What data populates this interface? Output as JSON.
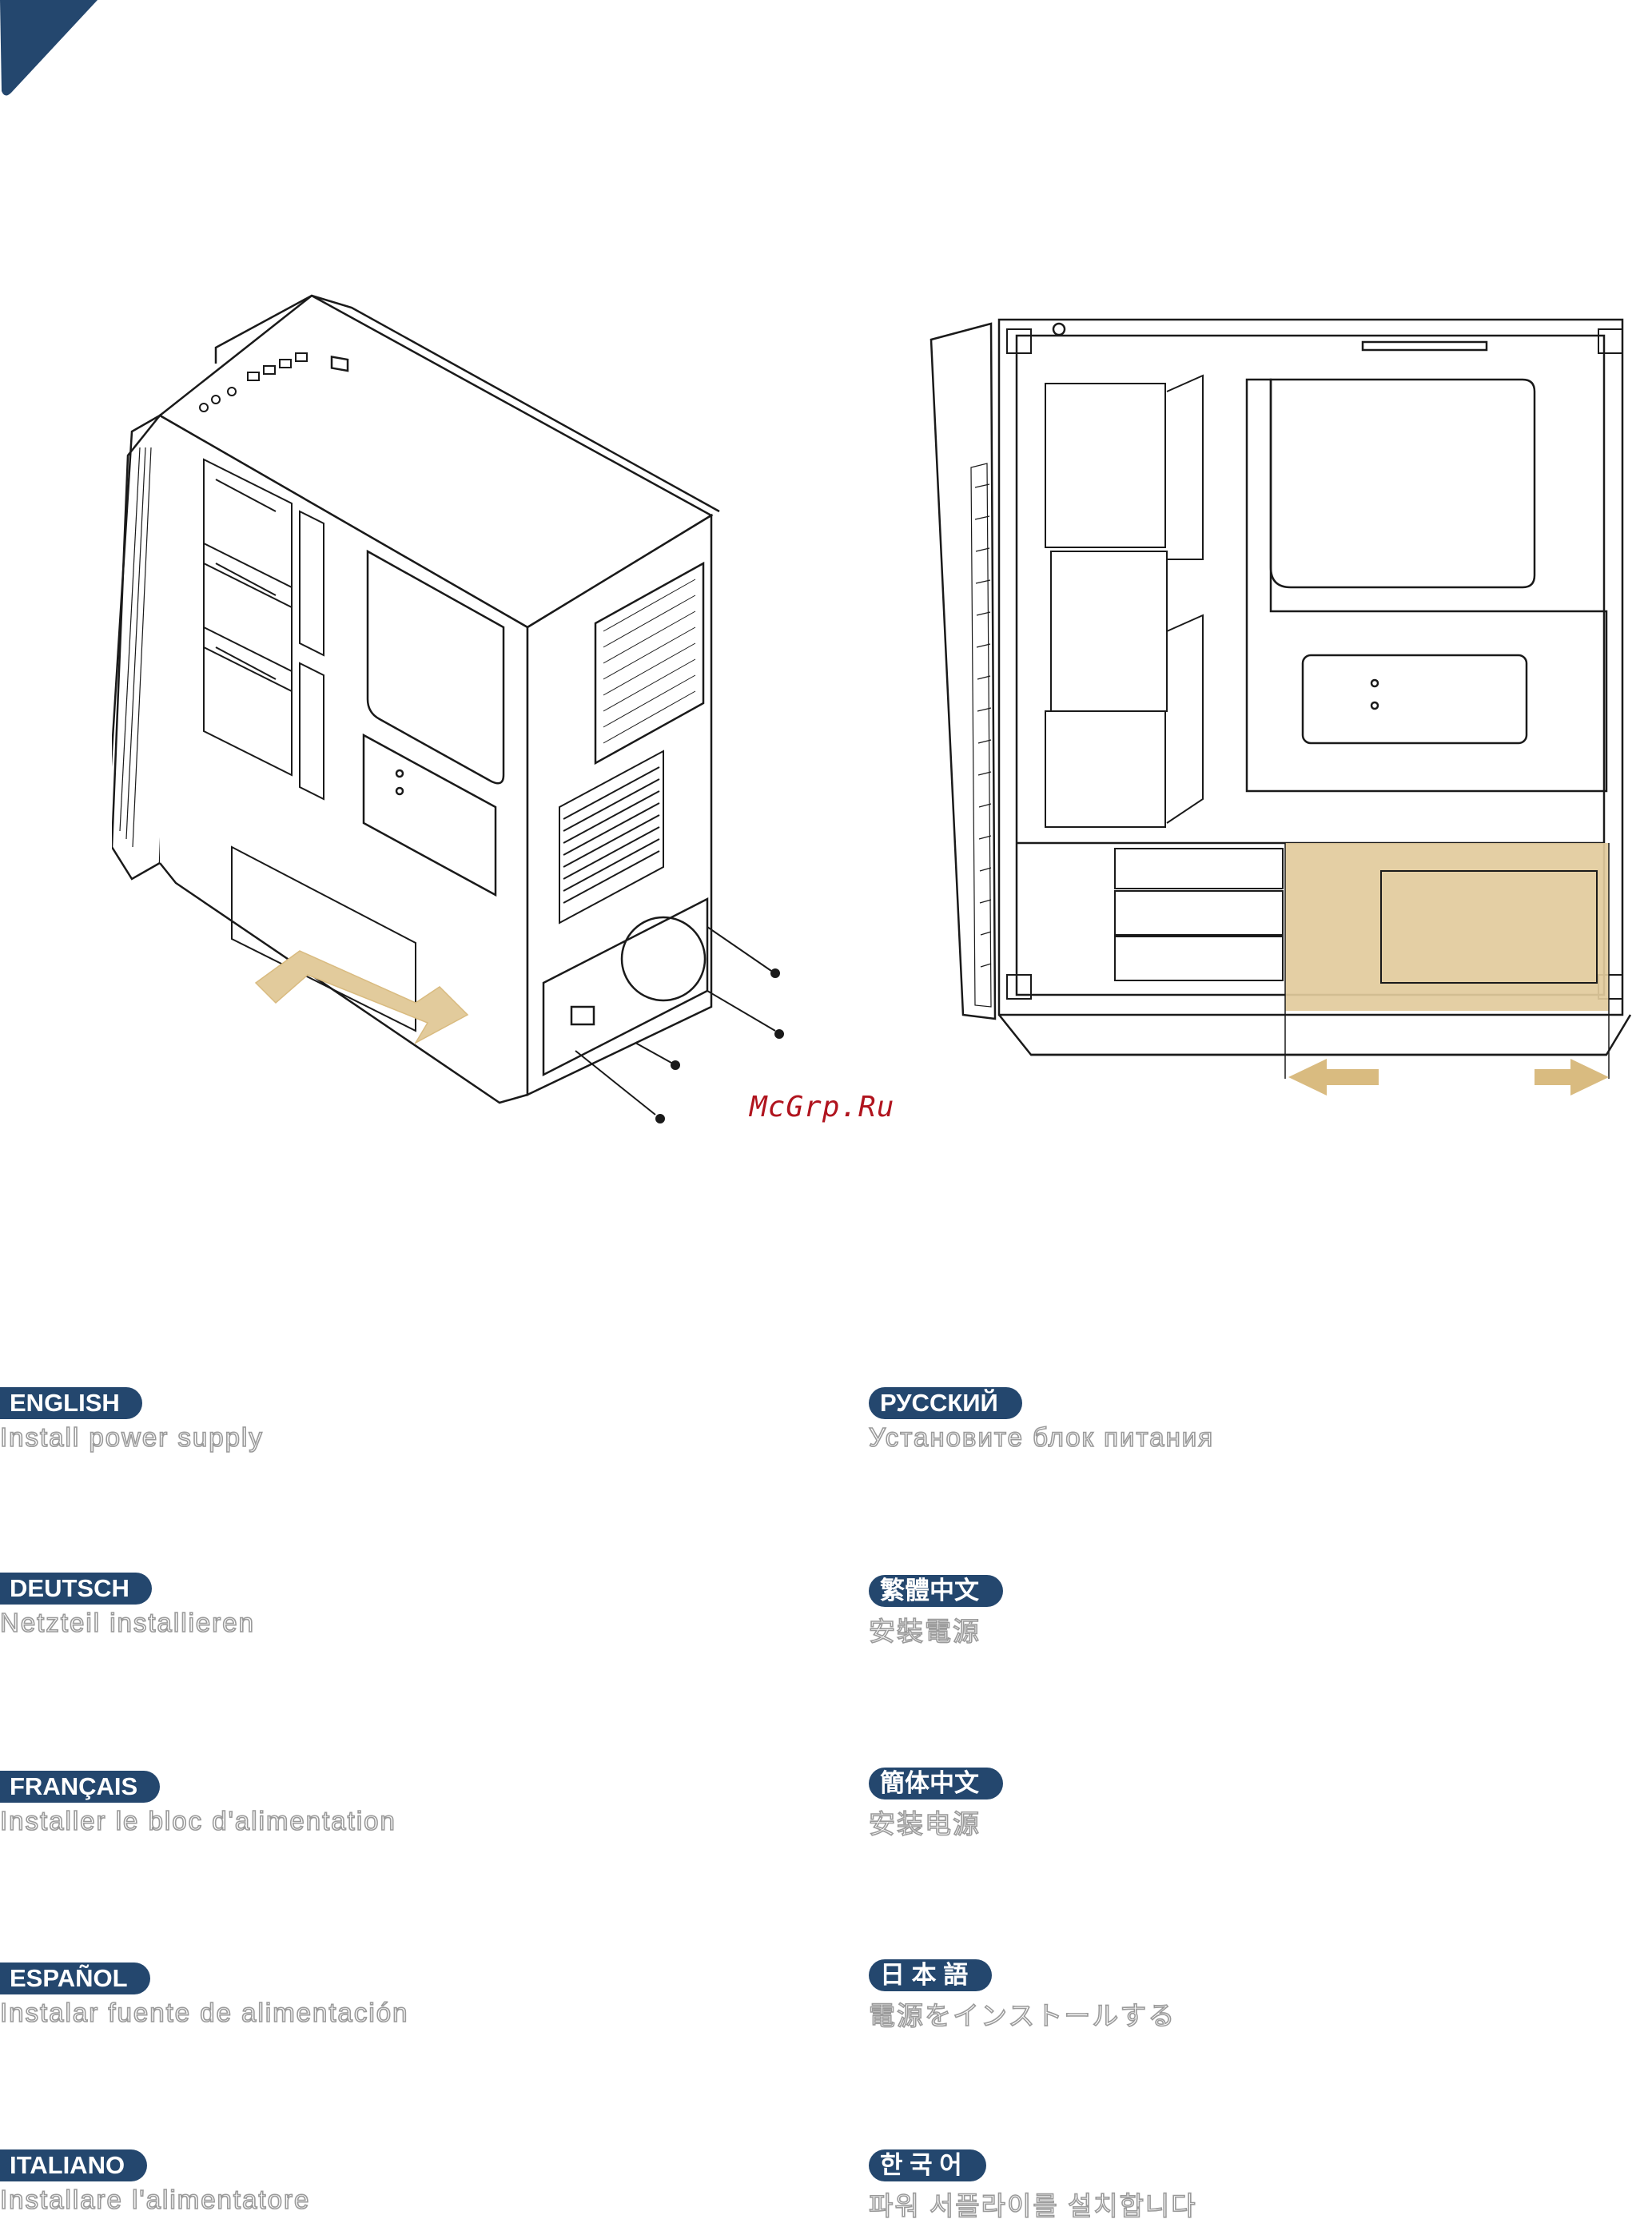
{
  "watermark": "McGrp.Ru",
  "colors": {
    "badge": "#24476e",
    "psu_highlight": "#e2cb9c",
    "arrow": "#d9bb80",
    "line": "#1a1a1a",
    "subtitle_outline": "#9a9a9a"
  },
  "illustrations": {
    "left": {
      "icon": "pc-case-isometric-psu-insert"
    },
    "right": {
      "icon": "pc-case-side-view-psu-bay"
    }
  },
  "languages": {
    "left": [
      {
        "label": "ENGLISH",
        "text": "Install power supply"
      },
      {
        "label": "DEUTSCH",
        "text": "Netzteil installieren"
      },
      {
        "label": "FRANÇAIS",
        "text": "Installer le bloc d'alimentation"
      },
      {
        "label": "ESPAÑOL",
        "text": "Instalar fuente de alimentación"
      },
      {
        "label": "ITALIANO",
        "text": "Installare l'alimentatore"
      }
    ],
    "right": [
      {
        "label": "РУССКИЙ",
        "text": "Установите блок питания"
      },
      {
        "label": "繁體中文",
        "text": "安裝電源"
      },
      {
        "label": "簡体中文",
        "text": "安装电源"
      },
      {
        "label": "日 本 語",
        "text": "電源をインストールする"
      },
      {
        "label": "한 국 어",
        "text": "파워 서플라이를 설치합니다"
      }
    ]
  }
}
